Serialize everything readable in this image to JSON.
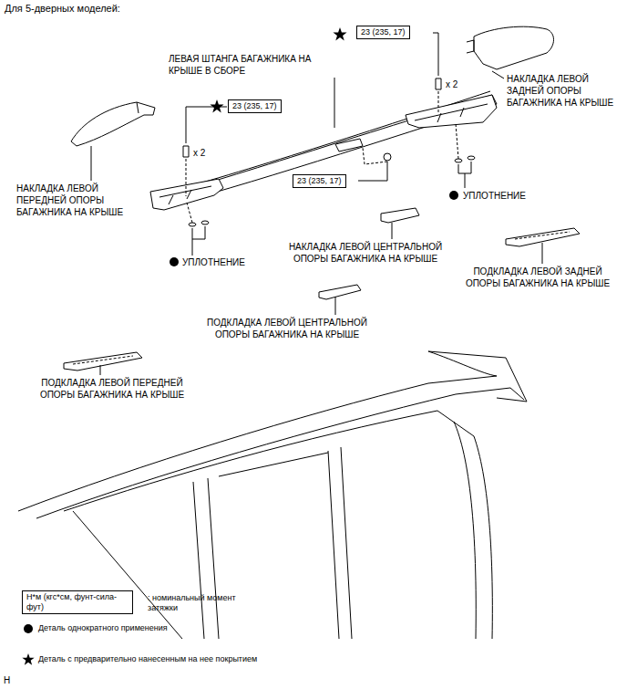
{
  "diagram": {
    "title": "Для 5-дверных моделей:",
    "nodes": [
      {
        "text": [
          "23 (235, 17)"
        ]
      },
      {
        "text": [
          "23 (235, 17)"
        ]
      },
      {
        "text": [
          "23 (235, 17)"
        ]
      },
      {
        "text": [
          "Н*м (кгс*см, фунт-сила-фут)"
        ]
      }
    ],
    "labels": [
      "ЛЕВАЯ ШТАНГА БАГАЖНИКА НА КРЫШЕ В СБОРЕ",
      "x 2",
      "НАКЛАДКА ЛЕВОЙ ЗАДНЕЙ ОПОРЫ БАГАЖНИКА НА КРЫШЕ",
      "x 2",
      "НАКЛАДКА ЛЕВОЙ ПЕРЕДНЕЙ ОПОРЫ БАГАЖНИКА НА КРЫШЕ",
      "УПЛОТНЕНИЕ",
      "УПЛОТНЕНИЕ",
      "НАКЛАДКА ЛЕВОЙ ЦЕНТРАЛЬНОЙ ОПОРЫ БАГАЖНИКА НА КРЫШЕ",
      "ПОДКЛАДКА ЛЕВОЙ ЗАДНЕЙ ОПОРЫ БАГАЖНИКА НА КРЫШЕ",
      "ПОДКЛАДКА ЛЕВОЙ ЦЕНТРАЛЬНОЙ ОПОРЫ БАГАЖНИКА НА КРЫШЕ",
      "ПОДКЛАДКА ЛЕВОЙ ПЕРЕДНЕЙ ОПОРЫ БАГАЖНИКА НА КРЫШЕ",
      "H"
    ],
    "legend": [
      {
        "text": ": номинальный момент затяжки"
      },
      {
        "text": "Деталь однократного применения"
      },
      {
        "text": "Деталь с предварительно нанесенным на нее покрытием"
      }
    ]
  }
}
